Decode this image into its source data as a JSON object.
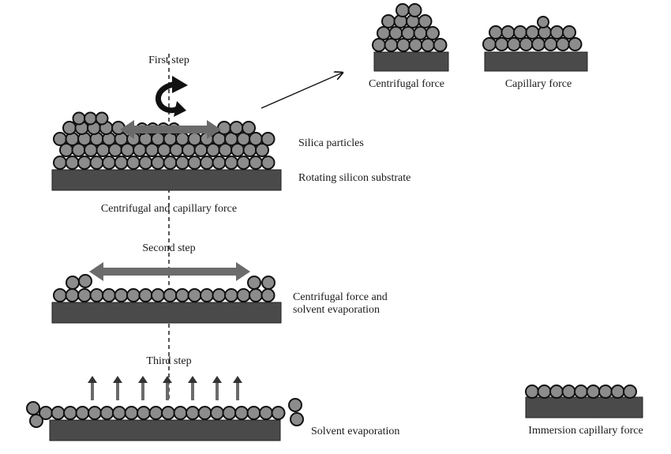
{
  "steps": {
    "first": "First step",
    "second": "Second step",
    "third": "Third step"
  },
  "labels": {
    "silica_particles": "Silica particles",
    "rotating_substrate": "Rotating silicon substrate",
    "centrifugal_and_capillary": "Centrifugal and capillary force",
    "centrifugal_and_evaporation_line1": "Centrifugal force and",
    "centrifugal_and_evaporation_line2": "solvent evaporation",
    "solvent_evaporation": "Solvent evaporation"
  },
  "insets": {
    "centrifugal": "Centrifugal force",
    "capillary": "Capillary force",
    "immersion": "Immersion capillary force"
  },
  "colors": {
    "particle_fill": "#8c8c8c",
    "particle_stroke": "#111111",
    "substrate": "#4a4a4a",
    "arrow_gray": "#6b6b6b"
  }
}
